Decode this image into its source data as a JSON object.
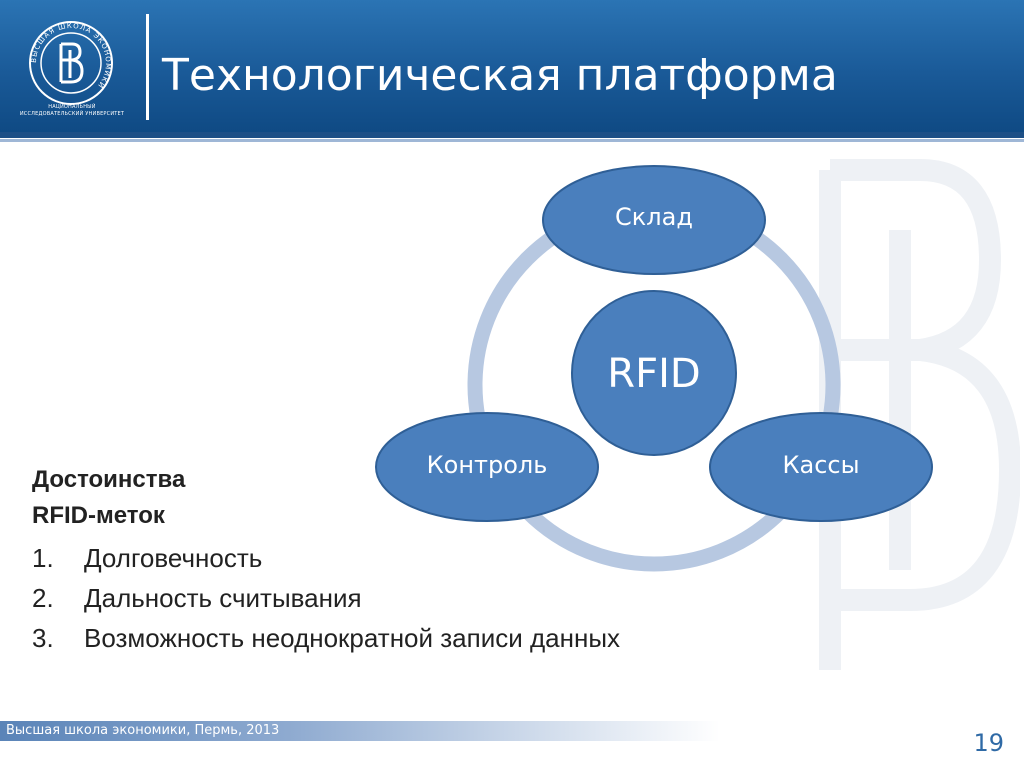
{
  "header": {
    "title": "Технологическая платформа",
    "logo_caption": "НАЦИОНАЛЬНЫЙ ИССЛЕДОВАТЕЛЬСКИЙ УНИВЕРСИТЕТ",
    "logo_ring_text": "ВЫСШАЯ ШКОЛА ЭКОНОМИКИ"
  },
  "diagram": {
    "center": "RFID",
    "nodes": [
      "Склад",
      "Кассы",
      "Контроль"
    ]
  },
  "advantages": {
    "heading_line1": "Достоинства",
    "heading_line2": "RFID-меток",
    "items": [
      {
        "num": "1.",
        "text": "Долговечность"
      },
      {
        "num": "2.",
        "text": "Дальность считывания"
      },
      {
        "num": "3.",
        "text": "Возможность неоднократной записи данных"
      }
    ]
  },
  "footer": {
    "text": "Высшая школа экономики, Пермь, 2013",
    "page": "19"
  },
  "colors": {
    "header_blue": "#1a5a98",
    "node_fill": "#4a7fbd",
    "node_stroke": "#2f5f96",
    "ring": "#b7c8e1"
  }
}
